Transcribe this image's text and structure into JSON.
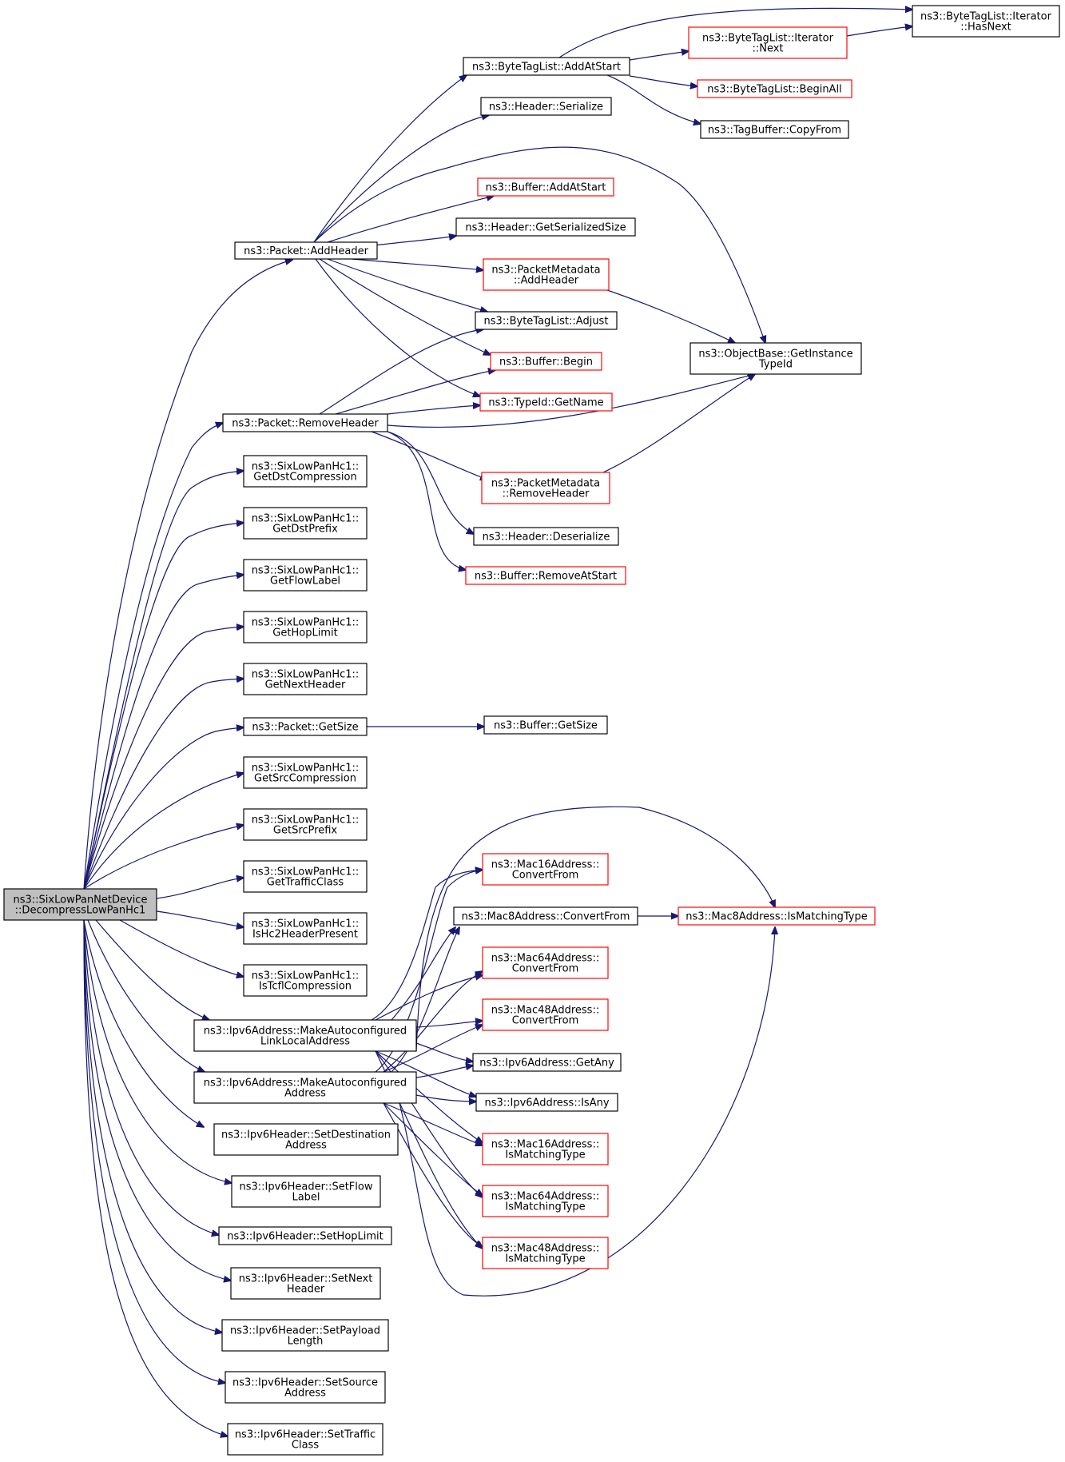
{
  "diagram": {
    "type": "call-graph",
    "colors": {
      "edge": "#191970",
      "node_border": "#000000",
      "truncated_border": "#ff0000",
      "root_fill": "#bfbfbf",
      "node_fill": "#ffffff"
    },
    "nodes": {
      "root": [
        "ns3::SixLowPanNetDevice",
        "::DecompressLowPanHc1"
      ],
      "addHeader": [
        "ns3::Packet::AddHeader"
      ],
      "removeHeader": [
        "ns3::Packet::RemoveHeader"
      ],
      "getDstCompression": [
        "ns3::SixLowPanHc1::",
        "GetDstCompression"
      ],
      "getDstPrefix": [
        "ns3::SixLowPanHc1::",
        "GetDstPrefix"
      ],
      "getFlowLabel": [
        "ns3::SixLowPanHc1::",
        "GetFlowLabel"
      ],
      "getHopLimit": [
        "ns3::SixLowPanHc1::",
        "GetHopLimit"
      ],
      "getNextHeader": [
        "ns3::SixLowPanHc1::",
        "GetNextHeader"
      ],
      "getSize": [
        "ns3::Packet::GetSize"
      ],
      "getSrcCompression": [
        "ns3::SixLowPanHc1::",
        "GetSrcCompression"
      ],
      "getSrcPrefix": [
        "ns3::SixLowPanHc1::",
        "GetSrcPrefix"
      ],
      "getTrafficClass": [
        "ns3::SixLowPanHc1::",
        "GetTrafficClass"
      ],
      "isHc2": [
        "ns3::SixLowPanHc1::",
        "IsHc2HeaderPresent"
      ],
      "isTcfl": [
        "ns3::SixLowPanHc1::",
        "IsTcflCompression"
      ],
      "makeLL": [
        "ns3::Ipv6Address::MakeAutoconfigured",
        "LinkLocalAddress"
      ],
      "makeAddr": [
        "ns3::Ipv6Address::MakeAutoconfigured",
        "Address"
      ],
      "setDest": [
        "ns3::Ipv6Header::SetDestination",
        "Address"
      ],
      "setFlow": [
        "ns3::Ipv6Header::SetFlow",
        "Label"
      ],
      "setHop": [
        "ns3::Ipv6Header::SetHopLimit"
      ],
      "setNext": [
        "ns3::Ipv6Header::SetNext",
        "Header"
      ],
      "setPayload": [
        "ns3::Ipv6Header::SetPayload",
        "Length"
      ],
      "setSource": [
        "ns3::Ipv6Header::SetSource",
        "Address"
      ],
      "setTraffic": [
        "ns3::Ipv6Header::SetTraffic",
        "Class"
      ],
      "btlAddAtStart": [
        "ns3::ByteTagList::AddAtStart"
      ],
      "hdrSerialize": [
        "ns3::Header::Serialize"
      ],
      "bufAddAtStart": [
        "ns3::Buffer::AddAtStart"
      ],
      "hdrGetSerSize": [
        "ns3::Header::GetSerializedSize"
      ],
      "pmAddHeader": [
        "ns3::PacketMetadata",
        "::AddHeader"
      ],
      "btlAdjust": [
        "ns3::ByteTagList::Adjust"
      ],
      "bufBegin": [
        "ns3::Buffer::Begin"
      ],
      "typeGetName": [
        "ns3::TypeId::GetName"
      ],
      "pmRemoveHeader": [
        "ns3::PacketMetadata",
        "::RemoveHeader"
      ],
      "hdrDeserialize": [
        "ns3::Header::Deserialize"
      ],
      "bufRemoveAtStart": [
        "ns3::Buffer::RemoveAtStart"
      ],
      "bufGetSize": [
        "ns3::Buffer::GetSize"
      ],
      "iterNext": [
        "ns3::ByteTagList::Iterator",
        "::Next"
      ],
      "btlBeginAll": [
        "ns3::ByteTagList::BeginAll"
      ],
      "tagCopyFrom": [
        "ns3::TagBuffer::CopyFrom"
      ],
      "objGetInstance": [
        "ns3::ObjectBase::GetInstance",
        "TypeId"
      ],
      "iterHasNext": [
        "ns3::ByteTagList::Iterator",
        "::HasNext"
      ],
      "m16Convert": [
        "ns3::Mac16Address::",
        "ConvertFrom"
      ],
      "m8Convert": [
        "ns3::Mac8Address::ConvertFrom"
      ],
      "m64Convert": [
        "ns3::Mac64Address::",
        "ConvertFrom"
      ],
      "m48Convert": [
        "ns3::Mac48Address::",
        "ConvertFrom"
      ],
      "ipv6GetAny": [
        "ns3::Ipv6Address::GetAny"
      ],
      "ipv6IsAny": [
        "ns3::Ipv6Address::IsAny"
      ],
      "m16Match": [
        "ns3::Mac16Address::",
        "IsMatchingType"
      ],
      "m64Match": [
        "ns3::Mac64Address::",
        "IsMatchingType"
      ],
      "m48Match": [
        "ns3::Mac48Address::",
        "IsMatchingType"
      ],
      "m8Match": [
        "ns3::Mac8Address::IsMatchingType"
      ]
    }
  }
}
